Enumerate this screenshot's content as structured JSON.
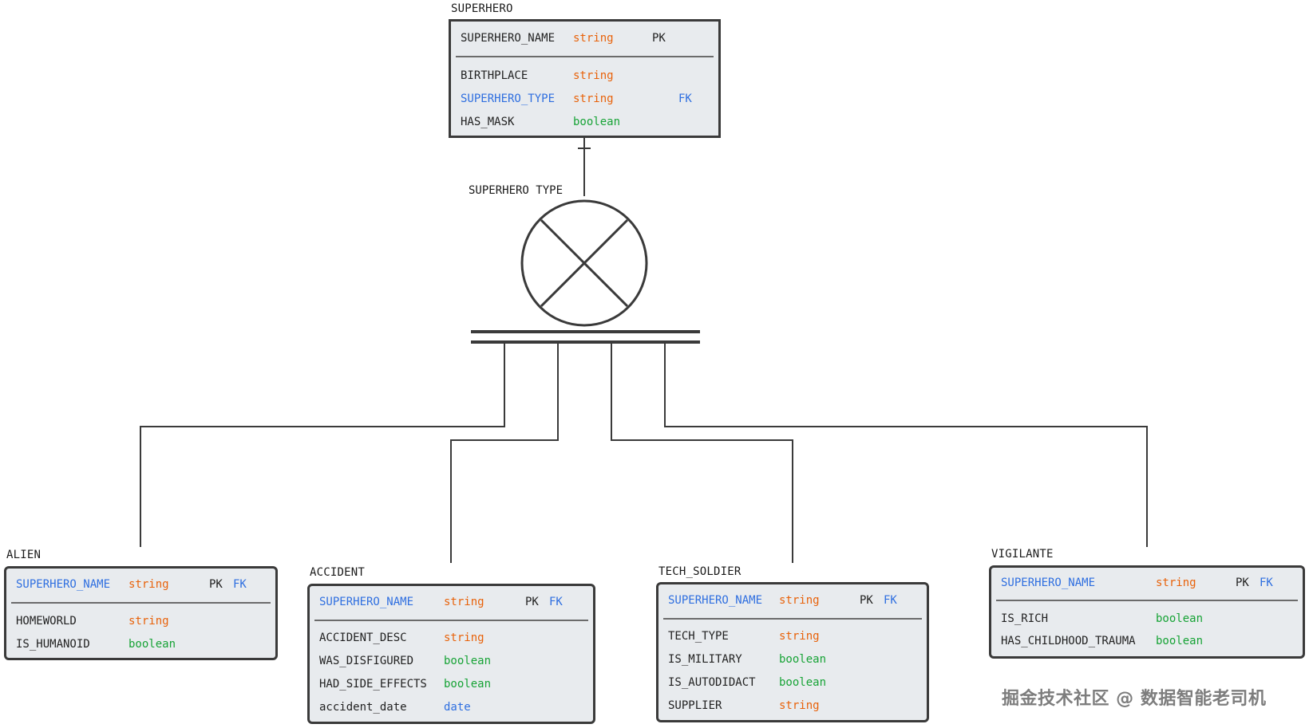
{
  "superhero": {
    "title": "SUPERHERO",
    "rows": [
      {
        "name": "SUPERHERO_NAME",
        "type": "string",
        "pk": "PK",
        "fk": ""
      },
      {
        "name": "BIRTHPLACE",
        "type": "string",
        "pk": "",
        "fk": ""
      },
      {
        "name": "SUPERHERO_TYPE",
        "type": "string",
        "pk": "",
        "fk": "FK"
      },
      {
        "name": "HAS_MASK",
        "type": "boolean",
        "pk": "",
        "fk": ""
      }
    ]
  },
  "subtype_label": "SUPERHERO TYPE",
  "alien": {
    "title": "ALIEN",
    "rows": [
      {
        "name": "SUPERHERO_NAME",
        "type": "string",
        "pk": "PK",
        "fk": "FK"
      },
      {
        "name": "HOMEWORLD",
        "type": "string",
        "pk": "",
        "fk": ""
      },
      {
        "name": "IS_HUMANOID",
        "type": "boolean",
        "pk": "",
        "fk": ""
      }
    ]
  },
  "accident": {
    "title": "ACCIDENT",
    "rows": [
      {
        "name": "SUPERHERO_NAME",
        "type": "string",
        "pk": "PK",
        "fk": "FK"
      },
      {
        "name": "ACCIDENT_DESC",
        "type": "string",
        "pk": "",
        "fk": ""
      },
      {
        "name": "WAS_DISFIGURED",
        "type": "boolean",
        "pk": "",
        "fk": ""
      },
      {
        "name": "HAD_SIDE_EFFECTS",
        "type": "boolean",
        "pk": "",
        "fk": ""
      },
      {
        "name": "accident_date",
        "type": "date",
        "pk": "",
        "fk": ""
      }
    ]
  },
  "tech_soldier": {
    "title": "TECH_SOLDIER",
    "rows": [
      {
        "name": "SUPERHERO_NAME",
        "type": "string",
        "pk": "PK",
        "fk": "FK"
      },
      {
        "name": "TECH_TYPE",
        "type": "string",
        "pk": "",
        "fk": ""
      },
      {
        "name": "IS_MILITARY",
        "type": "boolean",
        "pk": "",
        "fk": ""
      },
      {
        "name": "IS_AUTODIDACT",
        "type": "boolean",
        "pk": "",
        "fk": ""
      },
      {
        "name": "SUPPLIER",
        "type": "string",
        "pk": "",
        "fk": ""
      }
    ]
  },
  "vigilante": {
    "title": "VIGILANTE",
    "rows": [
      {
        "name": "SUPERHERO_NAME",
        "type": "string",
        "pk": "PK",
        "fk": "FK"
      },
      {
        "name": "IS_RICH",
        "type": "boolean",
        "pk": "",
        "fk": ""
      },
      {
        "name": "HAS_CHILDHOOD_TRAUMA",
        "type": "boolean",
        "pk": "",
        "fk": ""
      }
    ]
  },
  "watermark": "掘金技术社区 @ 数据智能老司机",
  "colors": {
    "fk_name": "#2f6fe0",
    "string_type": "#e8620a",
    "boolean_type": "#17a336",
    "date_type": "#2f6fe0",
    "border": "#3a3a3a",
    "fill": "#e8ebee"
  }
}
